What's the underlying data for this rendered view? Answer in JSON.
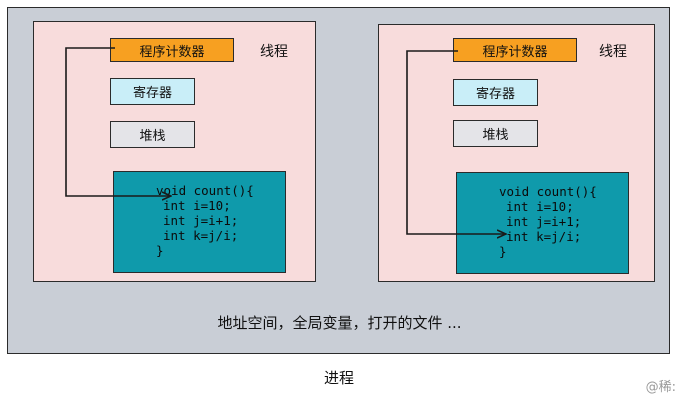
{
  "process": {
    "shared_resources": "地址空间，全局变量，打开的文件 ...",
    "caption": "进程"
  },
  "threads": [
    {
      "label": "线程",
      "program_counter": "程序计数器",
      "registers": "寄存器",
      "stack": "堆栈",
      "code": [
        "void count(){",
        "int i=10;",
        "int j=i+1;",
        "int k=j/i;",
        "}"
      ]
    },
    {
      "label": "线程",
      "program_counter": "程序计数器",
      "registers": "寄存器",
      "stack": "堆栈",
      "code": [
        "void count(){",
        "int i=10;",
        "int j=i+1;",
        "int k=j/i;",
        "}"
      ]
    }
  ],
  "watermark": "@稀:",
  "colors": {
    "process_bg": "#c9ced6",
    "thread_bg": "#f8dcdc",
    "program_counter": "#f7a021",
    "registers": "#c9eef8",
    "stack": "#e4e4e8",
    "code_bg": "#0f9aab"
  }
}
